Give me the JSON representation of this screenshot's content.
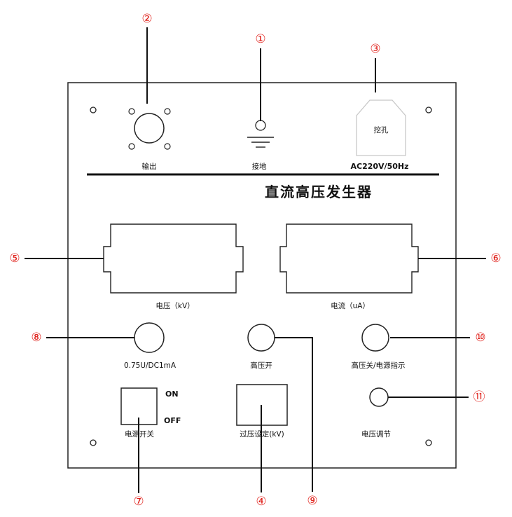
{
  "panel": {
    "title": "直流高压发生器",
    "labels": {
      "output": "输出",
      "ground": "接地",
      "power_input": "AC220V/50Hz",
      "cutout": "挖孔",
      "voltage_meter": "电压（kV）",
      "current_meter": "电流（uA）",
      "test_button": "0.75U/DC1mA",
      "hv_on": "高压开",
      "hv_off_indicator": "高压关/电源指示",
      "voltage_adjust": "电压调节",
      "power_switch": "电源开关",
      "switch_on": "ON",
      "switch_off": "OFF",
      "overvoltage_setting": "过压设定(kV)"
    }
  },
  "markers": {
    "m1": "①",
    "m2": "②",
    "m3": "③",
    "m4": "④",
    "m5": "⑤",
    "m6": "⑥",
    "m7": "⑦",
    "m8": "⑧",
    "m9": "⑨",
    "m10": "⑩",
    "m11": "⑪"
  },
  "colors": {
    "marker": "#e0201a",
    "line": "#111111",
    "panel_border": "#222222"
  }
}
